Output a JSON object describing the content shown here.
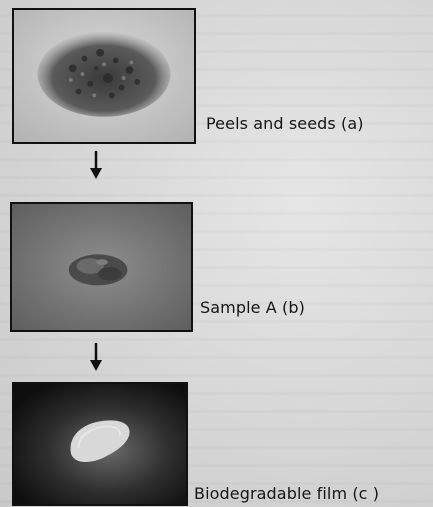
{
  "steps": [
    {
      "caption": "Peels and seeds (a)"
    },
    {
      "caption": "Sample A (b)"
    },
    {
      "caption": "Biodegradable film (c )"
    }
  ],
  "colors": {
    "arrow": "#111111",
    "frame": "#111111",
    "text": "#151515"
  }
}
